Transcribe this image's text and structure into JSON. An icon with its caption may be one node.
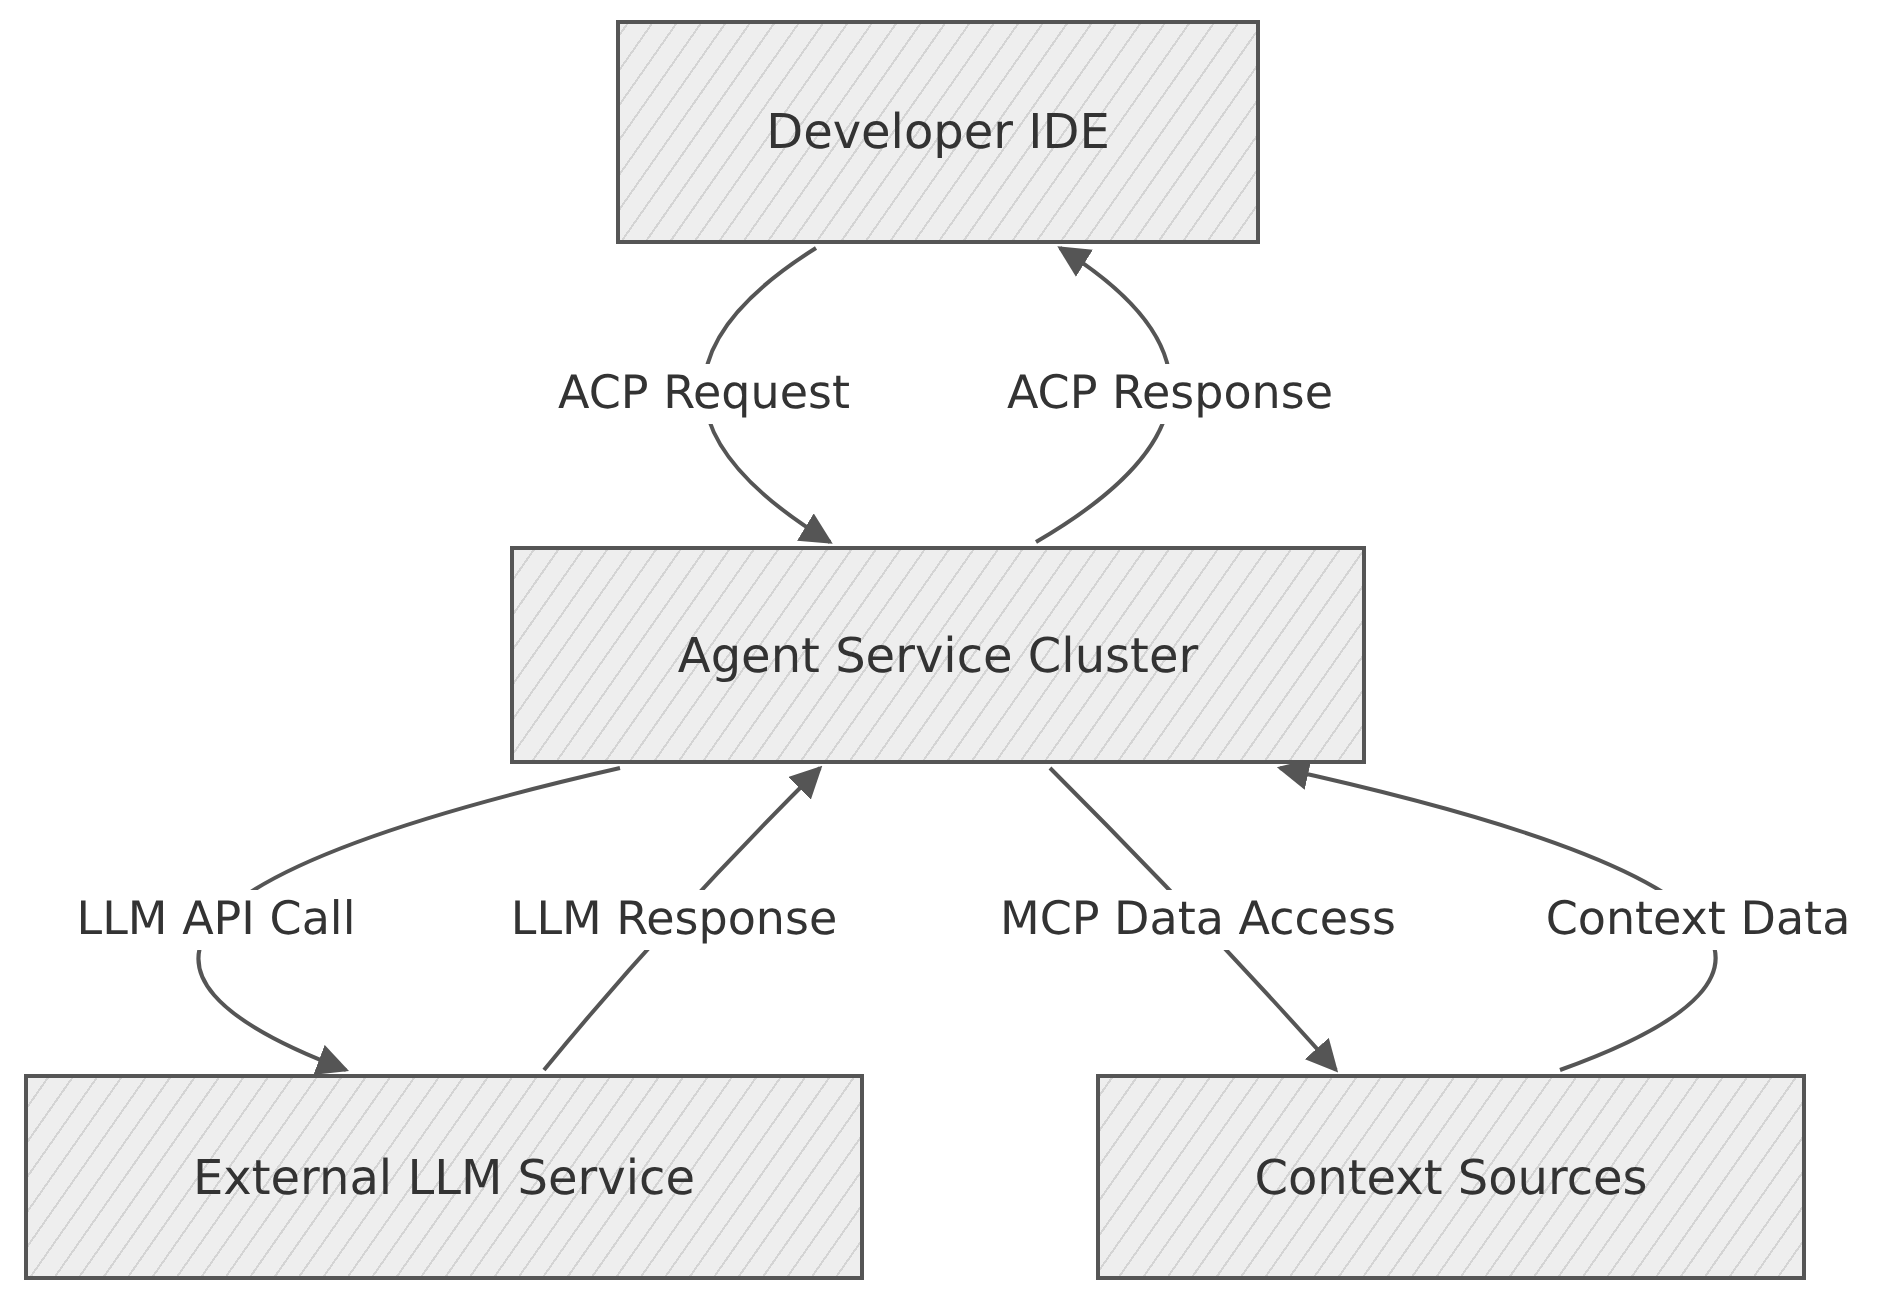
{
  "diagram": {
    "nodes": [
      {
        "text": [
          "Developer IDE"
        ]
      },
      {
        "text": [
          "Agent Service Cluster"
        ]
      },
      {
        "text": [
          "External LLM Service"
        ]
      },
      {
        "text": [
          "Context Sources"
        ]
      }
    ],
    "edges": [
      {
        "from": 0,
        "to": 1,
        "arrow": "to",
        "label": "ACP Request"
      },
      {
        "from": 1,
        "to": 0,
        "arrow": "to",
        "label": "ACP Response"
      },
      {
        "from": 1,
        "to": 2,
        "arrow": "to",
        "label": "LLM API Call"
      },
      {
        "from": 2,
        "to": 1,
        "arrow": "to",
        "label": "LLM Response"
      },
      {
        "from": 1,
        "to": 3,
        "arrow": "to",
        "label": "MCP Data Access"
      },
      {
        "from": 3,
        "to": 1,
        "arrow": "to",
        "label": "Context Data"
      }
    ]
  }
}
